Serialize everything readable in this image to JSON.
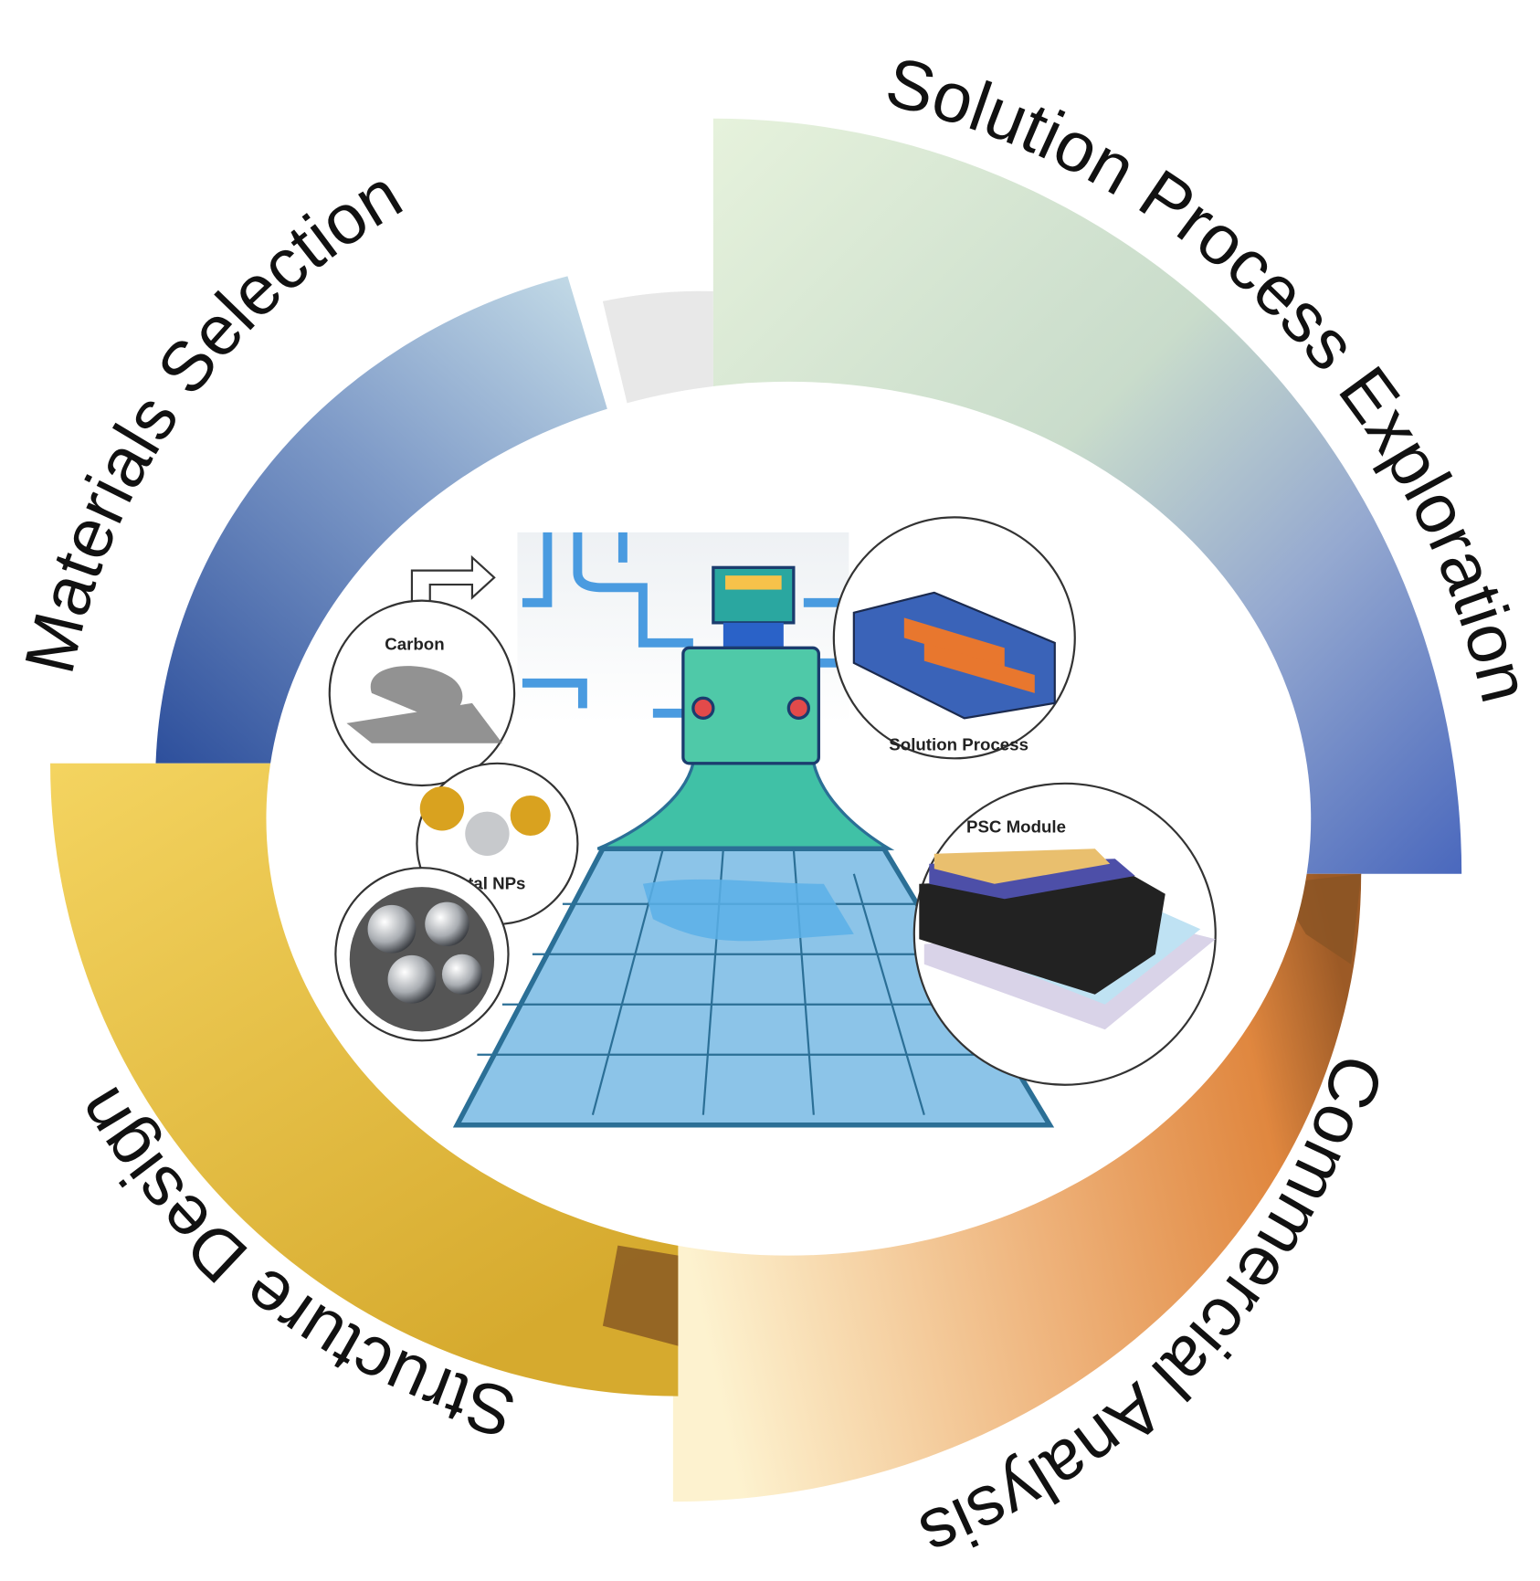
{
  "diagram": {
    "segments": [
      {
        "id": "materials",
        "label": "Materials Selection",
        "colors": [
          "#2d4f9c",
          "#d8eef0"
        ]
      },
      {
        "id": "solution",
        "label": "Solution Process Exploration",
        "colors": [
          "#e6f2dc",
          "#4a68bd"
        ]
      },
      {
        "id": "commercial",
        "label": "Commercial Analysis",
        "colors": [
          "#fdf2cf",
          "#e0873f"
        ]
      },
      {
        "id": "structure",
        "label": "Structure Design",
        "colors": [
          "#f4d460",
          "#d6aa2e"
        ]
      }
    ],
    "center": {
      "labels": {
        "carbon": "Carbon",
        "metal_nps": "Metal NPs",
        "solution_process": "Solution Process",
        "psc_module": "PSC Module"
      }
    }
  }
}
